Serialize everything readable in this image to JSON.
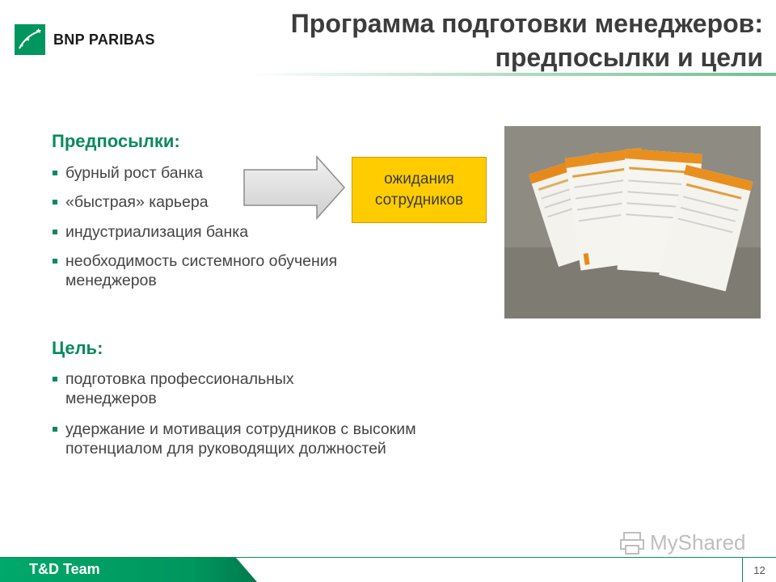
{
  "brand": {
    "name": "BNP PARIBAS",
    "green": "#00965e"
  },
  "title": {
    "line1": "Программа подготовки менеджеров:",
    "line2": "предпосылки и цели"
  },
  "prerequisites": {
    "heading": "Предпосылки:",
    "items": [
      "бурный рост банка",
      "«быстрая» карьера",
      "индустриализация банка",
      "необходимость системного обучения менеджеров"
    ]
  },
  "expectations_box": {
    "line1": "ожидания",
    "line2": "сотрудников",
    "color": "#ffcc00"
  },
  "goal": {
    "heading": "Цель:",
    "items": [
      "подготовка профессиональных менеджеров",
      "удержание и мотивация сотрудников с высоким потенциалом для руководящих должностей"
    ]
  },
  "photo": {
    "icon": "documents-photo"
  },
  "footer": {
    "label": "T&D Team",
    "page_number": "12"
  },
  "watermark": {
    "text": "MyShared"
  }
}
